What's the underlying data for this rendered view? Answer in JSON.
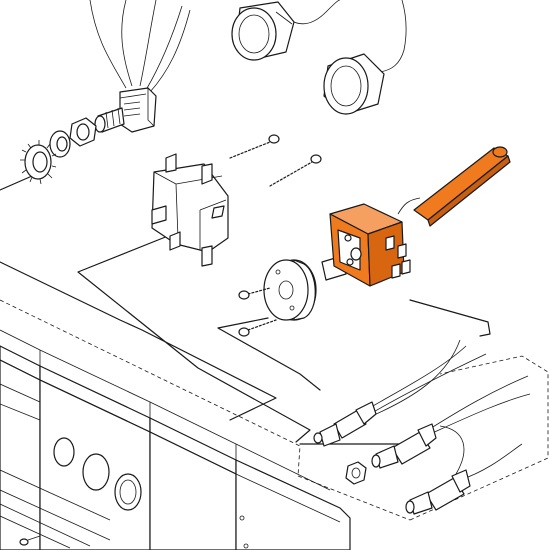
{
  "diagram": {
    "style": "exploded-parts-view",
    "highlight_color": "#f07a1e",
    "highlight_dark": "#c85e10",
    "line_color": "#1a1a1a",
    "parts": [
      {
        "name": "potentiometer-with-wires",
        "highlighted": false
      },
      {
        "name": "lock-washer",
        "highlighted": false
      },
      {
        "name": "flat-washer",
        "highlighted": false
      },
      {
        "name": "nut",
        "highlighted": false
      },
      {
        "name": "indicator-lamp-upper",
        "highlighted": false
      },
      {
        "name": "indicator-lamp-lower",
        "highlighted": false
      },
      {
        "name": "switch-block",
        "highlighted": false
      },
      {
        "name": "long-screw-upper",
        "highlighted": false
      },
      {
        "name": "long-screw-lower",
        "highlighted": false
      },
      {
        "name": "thermostat",
        "highlighted": true
      },
      {
        "name": "thermostat-capillary-bulb",
        "highlighted": true
      },
      {
        "name": "mounting-flange",
        "highlighted": false
      },
      {
        "name": "short-screw-upper",
        "highlighted": false
      },
      {
        "name": "short-screw-lower",
        "highlighted": false
      },
      {
        "name": "wired-probe-upper",
        "highlighted": false
      },
      {
        "name": "wired-probe-middle",
        "highlighted": false
      },
      {
        "name": "wired-probe-lower",
        "highlighted": false
      },
      {
        "name": "hex-nut",
        "highlighted": false
      },
      {
        "name": "control-panel-frame",
        "highlighted": false
      }
    ]
  }
}
